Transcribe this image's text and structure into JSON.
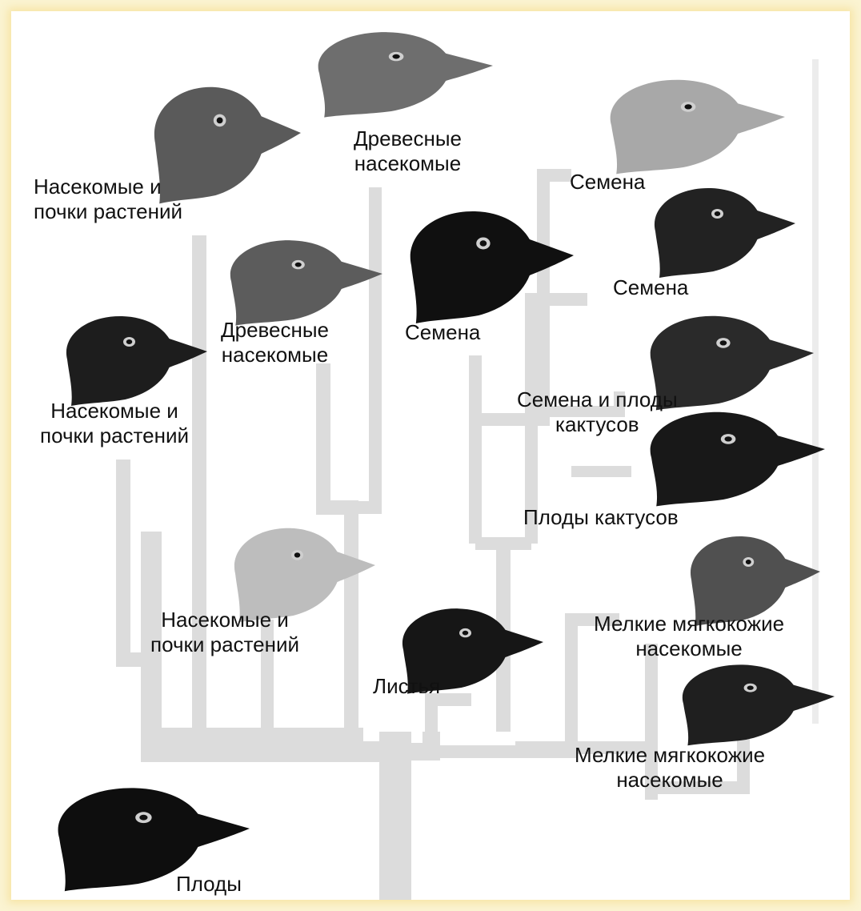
{
  "labels": {
    "l1": {
      "line1": "Насекомые и",
      "line2": "почки растений"
    },
    "l2": {
      "line1": "Древесные",
      "line2": "насекомые"
    },
    "l3": {
      "line1": "Семена"
    },
    "l4": {
      "line1": "Древесные",
      "line2": "насекомые"
    },
    "l5": {
      "line1": "Семена"
    },
    "l6": {
      "line1": "Семена"
    },
    "l7": {
      "line1": "Насекомые и",
      "line2": "почки растений"
    },
    "l8": {
      "line1": "Семена и плоды",
      "line2": "кактусов"
    },
    "l9": {
      "line1": "Плоды кактусов"
    },
    "l10": {
      "line1": "Насекомые и",
      "line2": "почки растений"
    },
    "l11": {
      "line1": "Мелкие мягкокожие",
      "line2": "насекомые"
    },
    "l12": {
      "line1": "Листья"
    },
    "l13": {
      "line1": "Мелкие мягкокожие",
      "line2": "насекомые"
    },
    "l14": {
      "line1": "Плоды"
    }
  },
  "colors": {
    "background": "#fbf4d2",
    "branch": "#dcdcdc",
    "dark_bird": "#141414",
    "mid_bird": "#5a5a5a",
    "light_bird": "#a8a8a8"
  },
  "icons": [
    "finch-head-icon"
  ]
}
